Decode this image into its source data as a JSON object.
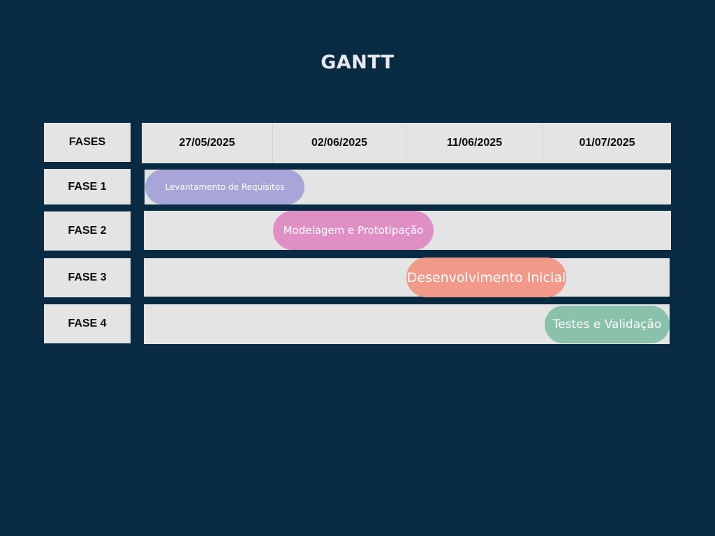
{
  "title": "GANTT",
  "chart_data": {
    "type": "gantt",
    "title": "GANTT",
    "row_header": "FASES",
    "dates": [
      "27/05/2025",
      "02/06/2025",
      "11/06/2025",
      "01/07/2025"
    ],
    "tasks": [
      {
        "phase": "FASE 1",
        "name": "Levantamento de Requisitos",
        "start": "27/05/2025",
        "end": "02/06/2025",
        "color": "#a8a5d9"
      },
      {
        "phase": "FASE 2",
        "name": "Modelagem e Prototipação",
        "start": "02/06/2025",
        "end": "11/06/2025",
        "color": "#df8fc4"
      },
      {
        "phase": "FASE 3",
        "name": "Desenvolvimento Inicial",
        "start": "11/06/2025",
        "end": "01/07/2025",
        "color": "#f2998a"
      },
      {
        "phase": "FASE 4",
        "name": "Testes e Validação",
        "start": "01/07/2025",
        "end": "01/07/2025",
        "color": "#8ac1ab"
      }
    ]
  },
  "colors": {
    "background": "#082a42",
    "cell": "#e4e4e4",
    "title_text": "#e6e9ee"
  }
}
